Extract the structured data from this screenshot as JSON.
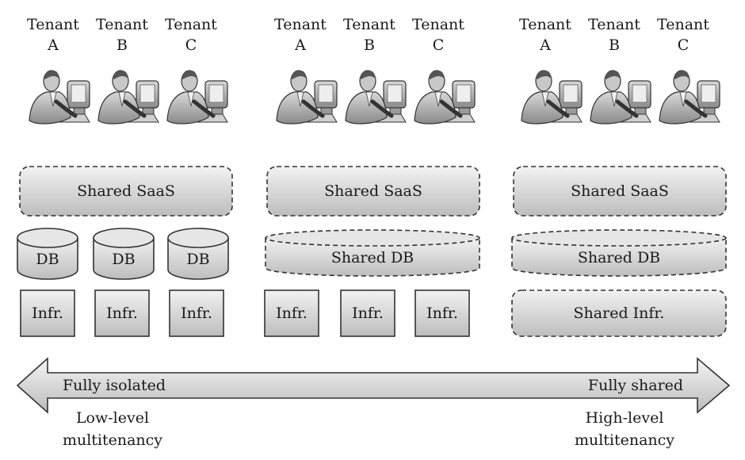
{
  "models": [
    {
      "tenants": [
        {
          "label": "Tenant",
          "id": "A"
        },
        {
          "label": "Tenant",
          "id": "B"
        },
        {
          "label": "Tenant",
          "id": "C"
        }
      ],
      "saas": "Shared SaaS",
      "db": [
        "DB",
        "DB",
        "DB"
      ],
      "infra": [
        "Infr.",
        "Infr.",
        "Infr."
      ]
    },
    {
      "tenants": [
        {
          "label": "Tenant",
          "id": "A"
        },
        {
          "label": "Tenant",
          "id": "B"
        },
        {
          "label": "Tenant",
          "id": "C"
        }
      ],
      "saas": "Shared SaaS",
      "db": [
        "Shared DB"
      ],
      "infra": [
        "Infr.",
        "Infr.",
        "Infr."
      ]
    },
    {
      "tenants": [
        {
          "label": "Tenant",
          "id": "A"
        },
        {
          "label": "Tenant",
          "id": "B"
        },
        {
          "label": "Tenant",
          "id": "C"
        }
      ],
      "saas": "Shared SaaS",
      "db": [
        "Shared DB"
      ],
      "infra": [
        "Shared Infr."
      ]
    }
  ],
  "spectrum": {
    "left_label": "Fully isolated",
    "right_label": "Fully shared",
    "left_caption": "Low-level\nmultitenancy",
    "right_caption": "High-level\nmultitenancy"
  },
  "colors": {
    "box_fill_top": "#f2f2f2",
    "box_fill_bottom": "#bdbdbd",
    "stroke": "#333333"
  },
  "icons": [
    "person-at-computer-icon"
  ]
}
